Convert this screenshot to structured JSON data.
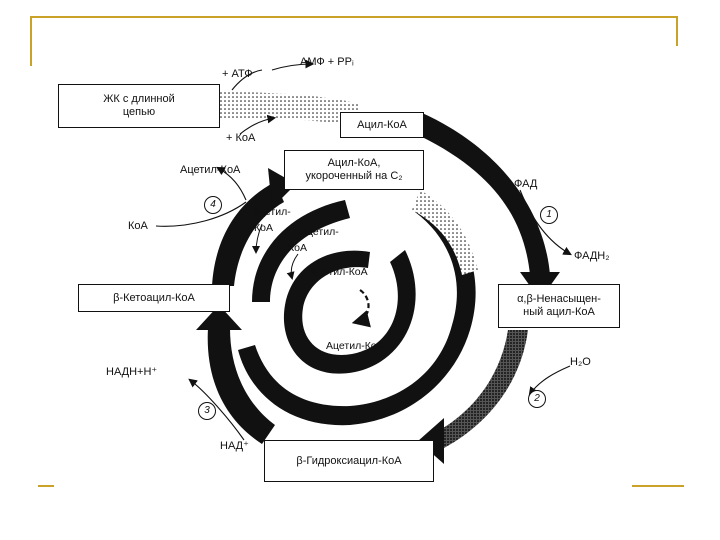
{
  "boxes": {
    "long_fatty_acid": [
      "ЖК с длинной",
      "цепью"
    ],
    "acyl_coa": [
      "Ацил-КоА"
    ],
    "acyl_coa_shortened": [
      "Ацил-КоА,",
      "укороченный на С₂"
    ],
    "unsaturated_acyl_coa": [
      "α,β-Ненасыщен-",
      "ный ацил-КоА"
    ],
    "ketoacyl_coa": [
      "β-Кетоацил-КоА"
    ],
    "hydroxyacyl_coa": [
      "β-Гидроксиацил-КоА"
    ]
  },
  "labels": {
    "atp": "+ АТФ",
    "amp_ppi": "АМФ + PPᵢ",
    "coa_in": "+ КоА",
    "acetyl_coa_out": "Ацетил-КоА",
    "coa_step4": "КоА",
    "acetyl_inner_1": [
      "Ацетил-",
      "КоА"
    ],
    "acetyl_inner_2": [
      "Ацетил-",
      "КоА"
    ],
    "acetyl_inner_3": "Ацетил-КоА",
    "acetyl_inner_4": "Ацетил-КоА",
    "fad": "ФАД",
    "fadh2": "ФАДН₂",
    "nadh": "НАДН+Н⁺",
    "nad": "НАД⁺",
    "h2o": "H₂O"
  },
  "steps": [
    "1",
    "2",
    "3",
    "4"
  ],
  "colors": {
    "accent_rule": "#c9a227",
    "ink": "#111111"
  }
}
